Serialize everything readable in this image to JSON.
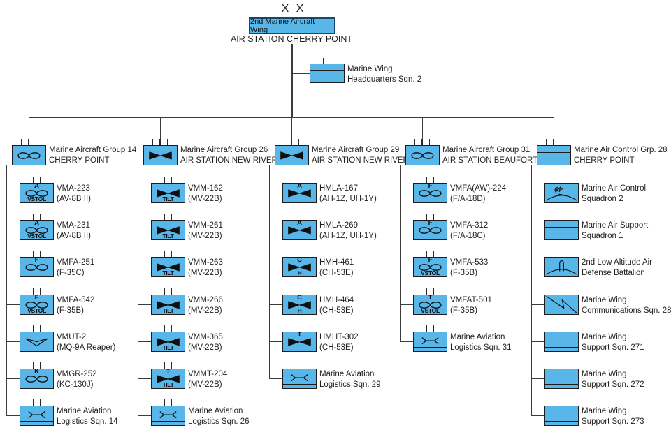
{
  "colors": {
    "box_fill": "#58b7e8",
    "box_border": "#1c1c1c",
    "wing_border": "#17496e",
    "connector": "#3c3c3c",
    "text": "#1f1f1f"
  },
  "root": {
    "echelon": "X X",
    "name": "2nd Marine Aircraft Wing",
    "caption": "AIR STATION CHERRY POINT"
  },
  "hq": {
    "line1": "Marine Wing",
    "line2": "Headquarters Sqn. 2",
    "symbol": "stripe-top"
  },
  "groups": [
    {
      "name": "Marine Aircraft Group 14",
      "location": "CHERRY POINT",
      "symbol": "fixed-wing",
      "units": [
        {
          "line1": "VMA-223",
          "line2": "(AV-8B II)",
          "symbol": "fixed-wing",
          "top": "A",
          "bottom": "VSTOL"
        },
        {
          "line1": "VMA-231",
          "line2": "(AV-8B II)",
          "symbol": "fixed-wing",
          "top": "A",
          "bottom": "VSTOL"
        },
        {
          "line1": "VMFA-251",
          "line2": "(F-35C)",
          "symbol": "fixed-wing",
          "top": "F"
        },
        {
          "line1": "VMFA-542",
          "line2": "(F-35B)",
          "symbol": "fixed-wing",
          "top": "F",
          "bottom": "VSTOL"
        },
        {
          "line1": "VMUT-2",
          "line2": "(MQ-9A Reaper)",
          "symbol": "uav"
        },
        {
          "line1": "VMGR-252",
          "line2": "(KC-130J)",
          "symbol": "fixed-wing",
          "top": "K"
        },
        {
          "line1": "Marine Aviation",
          "line2": "Logistics Sqn. 14",
          "symbol": "logistics",
          "stripe": "bottom"
        }
      ]
    },
    {
      "name": "Marine Aircraft Group 26",
      "location": "AIR STATION NEW RIVER",
      "symbol": "rotary-wing",
      "units": [
        {
          "line1": "VMM-162",
          "line2": "(MV-22B)",
          "symbol": "rotary-wing",
          "bottom": "TILT"
        },
        {
          "line1": "VMM-261",
          "line2": "(MV-22B)",
          "symbol": "rotary-wing",
          "bottom": "TILT"
        },
        {
          "line1": "VMM-263",
          "line2": "(MV-22B)",
          "symbol": "rotary-wing",
          "bottom": "TILT"
        },
        {
          "line1": "VMM-266",
          "line2": "(MV-22B)",
          "symbol": "rotary-wing",
          "bottom": "TILT"
        },
        {
          "line1": "VMM-365",
          "line2": "(MV-22B)",
          "symbol": "rotary-wing",
          "bottom": "TILT"
        },
        {
          "line1": "VMMT-204",
          "line2": "(MV-22B)",
          "symbol": "rotary-wing",
          "top": "T",
          "bottom": "TILT"
        },
        {
          "line1": "Marine Aviation",
          "line2": "Logistics Sqn. 26",
          "symbol": "logistics",
          "stripe": "bottom"
        }
      ]
    },
    {
      "name": "Marine Aircraft Group 29",
      "location": "AIR STATION NEW RIVER",
      "symbol": "rotary-wing",
      "units": [
        {
          "line1": "HMLA-167",
          "line2": "(AH-1Z, UH-1Y)",
          "symbol": "rotary-wing",
          "top": "A"
        },
        {
          "line1": "HMLA-269",
          "line2": "(AH-1Z, UH-1Y)",
          "symbol": "rotary-wing",
          "top": "A"
        },
        {
          "line1": "HMH-461",
          "line2": "(CH-53E)",
          "symbol": "rotary-wing",
          "top": "C",
          "bottom": "H"
        },
        {
          "line1": "HMH-464",
          "line2": "(CH-53E)",
          "symbol": "rotary-wing",
          "top": "C",
          "bottom": "H"
        },
        {
          "line1": "HMHT-302",
          "line2": "(CH-53E)",
          "symbol": "rotary-wing",
          "top": "T"
        },
        {
          "line1": "Marine Aviation",
          "line2": "Logistics Sqn. 29",
          "symbol": "logistics",
          "stripe": "bottom"
        }
      ]
    },
    {
      "name": "Marine Aircraft Group 31",
      "location": "AIR STATION BEAUFORT",
      "symbol": "fixed-wing",
      "units": [
        {
          "line1": "VMFA(AW)-224",
          "line2": "(F/A-18D)",
          "symbol": "fixed-wing",
          "top": "F"
        },
        {
          "line1": "VMFA-312",
          "line2": "(F/A-18C)",
          "symbol": "fixed-wing",
          "top": "F"
        },
        {
          "line1": "VMFA-533",
          "line2": "(F-35B)",
          "symbol": "fixed-wing",
          "top": "F",
          "bottom": "VSTOL"
        },
        {
          "line1": "VMFAT-501",
          "line2": "(F-35B)",
          "symbol": "fixed-wing",
          "top": "T",
          "bottom": "VSTOL"
        },
        {
          "line1": "Marine Aviation",
          "line2": "Logistics Sqn. 31",
          "symbol": "logistics",
          "stripe": "bottom"
        }
      ]
    },
    {
      "name": "Marine Air Control Grp. 28",
      "location": "CHERRY POINT",
      "symbol": "stripe-top",
      "units": [
        {
          "line1": "Marine Air Control",
          "line2": "Squadron 2",
          "symbol": "air-control"
        },
        {
          "line1": "Marine Air Support",
          "line2": "Squadron 1",
          "symbol": "stripe-top"
        },
        {
          "line1": "2nd Low Altitude Air",
          "line2": "Defense Battalion",
          "symbol": "air-defense"
        },
        {
          "line1": "Marine Wing",
          "line2": "Communications Sqn. 28",
          "symbol": "comms"
        },
        {
          "line1": "Marine Wing",
          "line2": "Support Sqn. 271",
          "symbol": "stripe-bottom"
        },
        {
          "line1": "Marine Wing",
          "line2": "Support Sqn. 272",
          "symbol": "stripe-bottom"
        },
        {
          "line1": "Marine Wing",
          "line2": "Support Sqn. 273",
          "symbol": "stripe-bottom"
        }
      ]
    }
  ]
}
